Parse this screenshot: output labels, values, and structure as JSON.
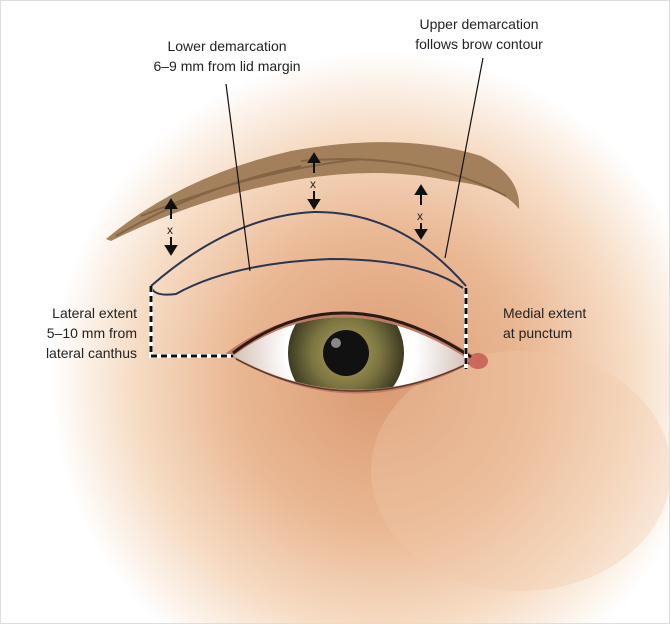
{
  "labels": {
    "lower_demarcation": [
      "Lower demarcation",
      "6–9 mm from lid margin"
    ],
    "upper_demarcation": [
      "Upper demarcation",
      "follows brow contour"
    ],
    "lateral_extent": [
      "Lateral extent",
      "5–10 mm from",
      "lateral canthus"
    ],
    "medial_extent": [
      "Medial extent",
      "at punctum"
    ],
    "distance_marker": "x"
  },
  "colors": {
    "skin": "#e8b48c",
    "incision_line": "#2b3550",
    "brow": "#8a6a48",
    "iris": "#6f6a3a"
  }
}
